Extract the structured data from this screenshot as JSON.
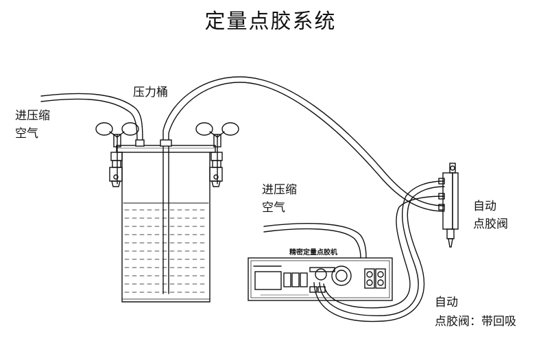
{
  "title": "定量点胶系统",
  "labels": {
    "air_in_left_line1": "进压缩",
    "air_in_left_line2": "空气",
    "pressure_tank": "压力桶",
    "air_in_mid_line1": "进压缩",
    "air_in_mid_line2": "空气",
    "machine_name": "精密定量点胶机",
    "valve_auto_line1": "自动",
    "valve_auto_line2": "点胶阀",
    "valve_suckback_line1": "自动",
    "valve_suckback_line2": "点胶阀：带回吸"
  }
}
